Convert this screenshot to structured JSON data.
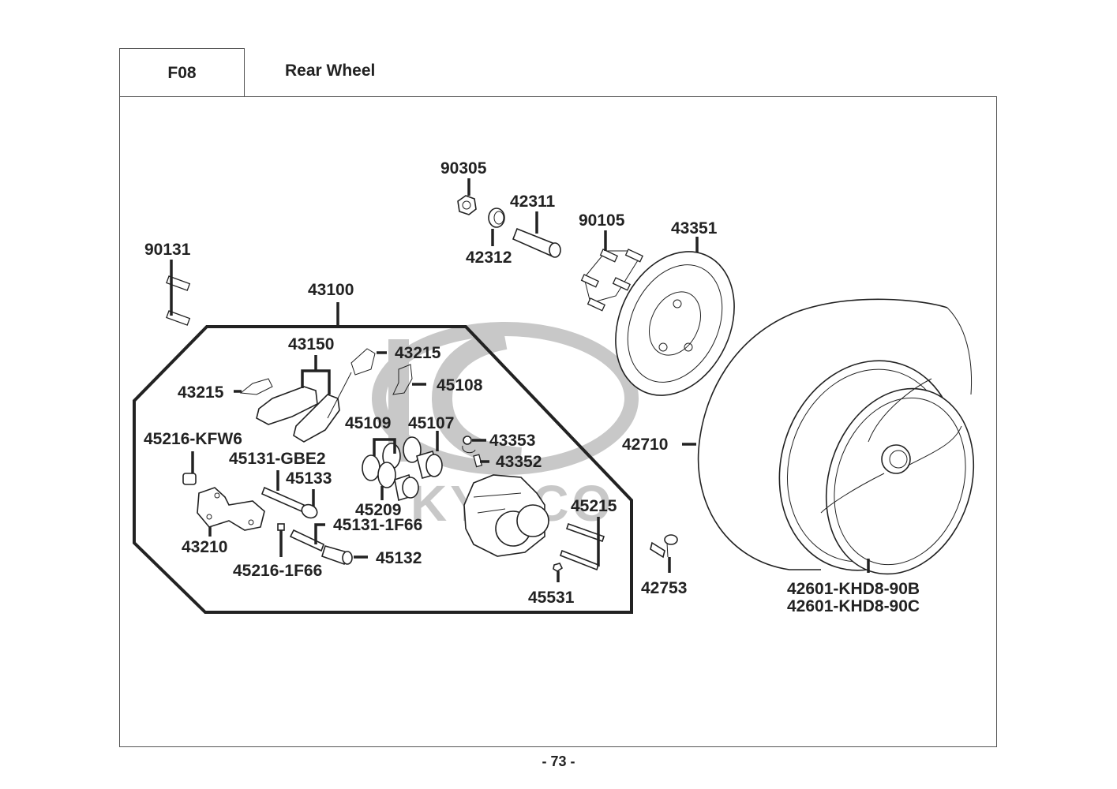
{
  "header": {
    "section_code": "F08",
    "title": "Rear Wheel"
  },
  "footer": {
    "page_number": "- 73 -"
  },
  "watermark": {
    "brand": "KYMCO"
  },
  "callouts": {
    "p90305": "90305",
    "p42311": "42311",
    "p42312": "42312",
    "p90105": "90105",
    "p43351": "43351",
    "p90131": "90131",
    "p43100": "43100",
    "p43150": "43150",
    "p43215_a": "43215",
    "p43215_b": "43215",
    "p45108": "45108",
    "p45109": "45109",
    "p45107": "45107",
    "p43353": "43353",
    "p43352": "43352",
    "p45216_kfw6": "45216-KFW6",
    "p45131_gbe2": "45131-GBE2",
    "p45133": "45133",
    "p45209": "45209",
    "p45131_1f66": "45131-1F66",
    "p43210": "43210",
    "p45216_1f66": "45216-1F66",
    "p45132": "45132",
    "p45215": "45215",
    "p45531": "45531",
    "p42710": "42710",
    "p42753": "42753",
    "p42601_b": "42601-KHD8-90B",
    "p42601_c": "42601-KHD8-90C"
  }
}
